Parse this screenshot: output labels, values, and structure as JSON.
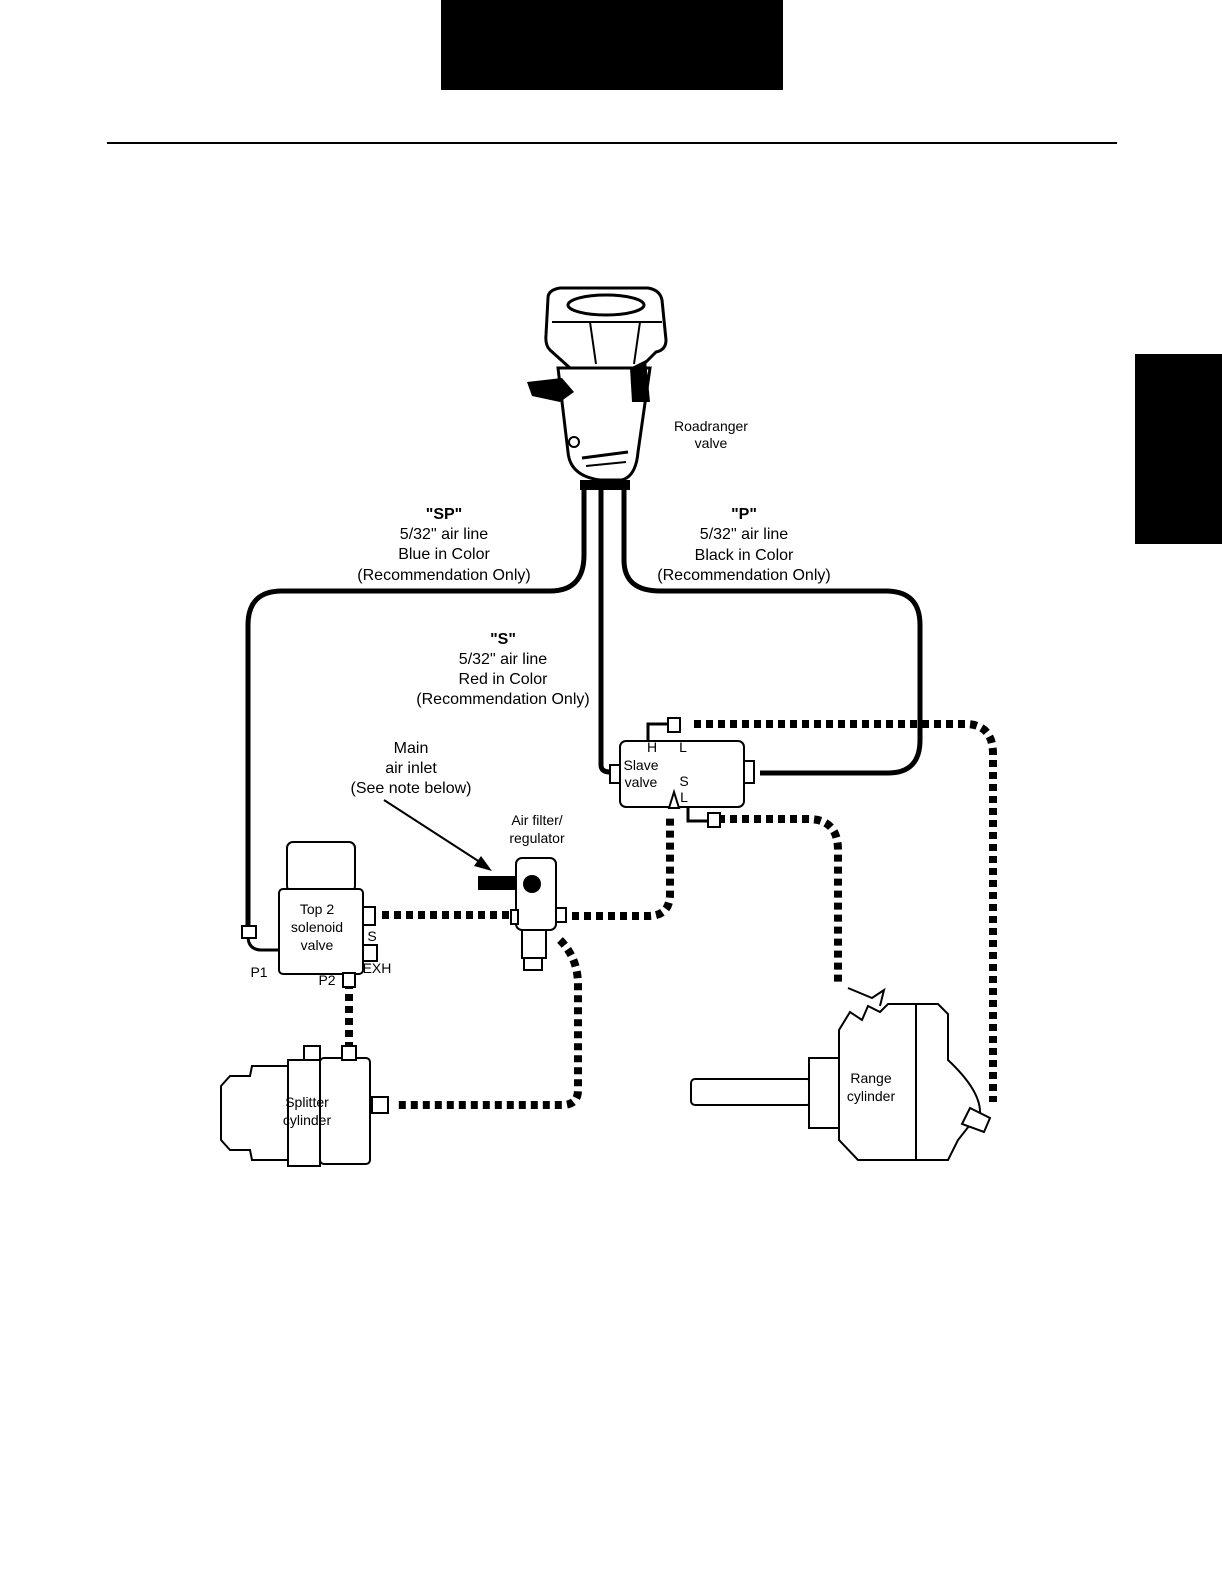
{
  "colors": {
    "ink": "#000000",
    "paper": "#ffffff"
  },
  "icons": {
    "roadranger": "roadranger-valve-icon",
    "slave": "slave-valve-icon",
    "solenoid": "solenoid-valve-icon",
    "filter": "air-filter-regulator-icon",
    "splitter": "splitter-cylinder-icon",
    "range": "range-cylinder-icon"
  },
  "diagram": {
    "roadranger": {
      "line1": "Roadranger",
      "line2": "valve"
    },
    "sp_line": {
      "code": "\"SP\"",
      "size": "5/32\" air line",
      "color": "Blue in Color",
      "note": "(Recommendation Only)"
    },
    "p_line": {
      "code": "\"P\"",
      "size": "5/32\" air line",
      "color": "Black in Color",
      "note": "(Recommendation Only)"
    },
    "s_line": {
      "code": "\"S\"",
      "size": "5/32\" air line",
      "color": "Red in Color",
      "note": "(Recommendation Only)"
    },
    "main_inlet": {
      "line1": "Main",
      "line2": "air inlet",
      "line3": "(See note below)"
    },
    "filter": {
      "line1": "Air filter/",
      "line2": "regulator"
    },
    "slave_valve": {
      "line1": "Slave",
      "line2": "valve",
      "port_h": "H",
      "port_l_top": "L",
      "port_s": "S",
      "port_l_bottom": "L"
    },
    "solenoid": {
      "line1": "Top 2",
      "line2": "solenoid",
      "line3": "valve",
      "port_s": "S",
      "port_exh": "EXH",
      "port_p1": "P1",
      "port_p2": "P2"
    },
    "splitter": {
      "line1": "Splitter",
      "line2": "cylinder"
    },
    "range": {
      "line1": "Range",
      "line2": "cylinder"
    }
  }
}
